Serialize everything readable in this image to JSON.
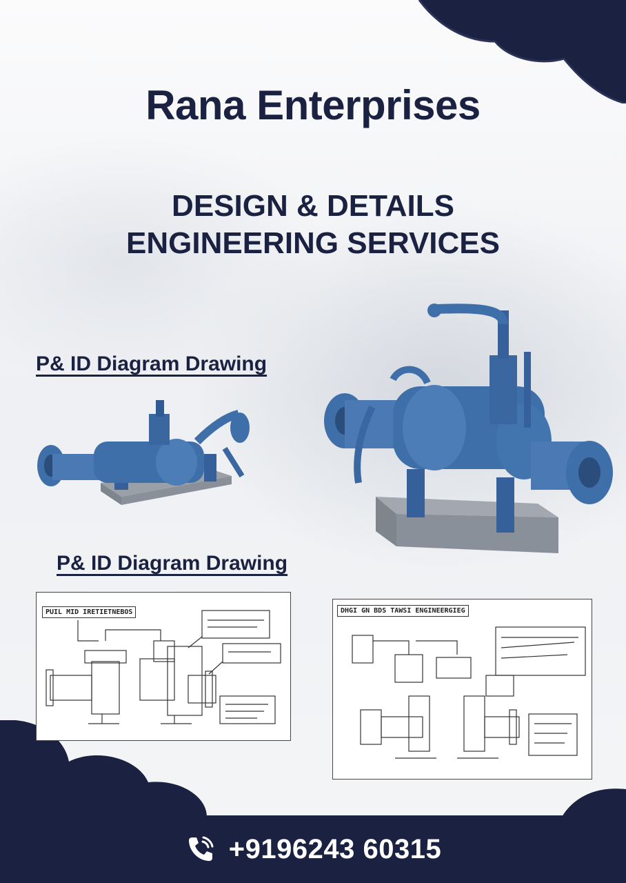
{
  "company_name": "Rana Enterprises",
  "headline_line1": "DESIGN & DETAILS",
  "headline_line2": "ENGINEERING SERVICES",
  "section_label_1": "P& ID Diagram Drawing",
  "section_label_2": "P& ID Diagram Drawing",
  "drawing_1_title": "PUIL MID IRETIETNEBOS",
  "drawing_2_title": "DHGI GN BDS TAWSI ENGINEERGIEG",
  "phone": "+9196243 60315",
  "icons": {
    "phone": "phone-ringing-icon"
  },
  "colors": {
    "navy": "#1b2241",
    "machine_blue": "#3f6fa8",
    "background": "#f3f4f6"
  }
}
